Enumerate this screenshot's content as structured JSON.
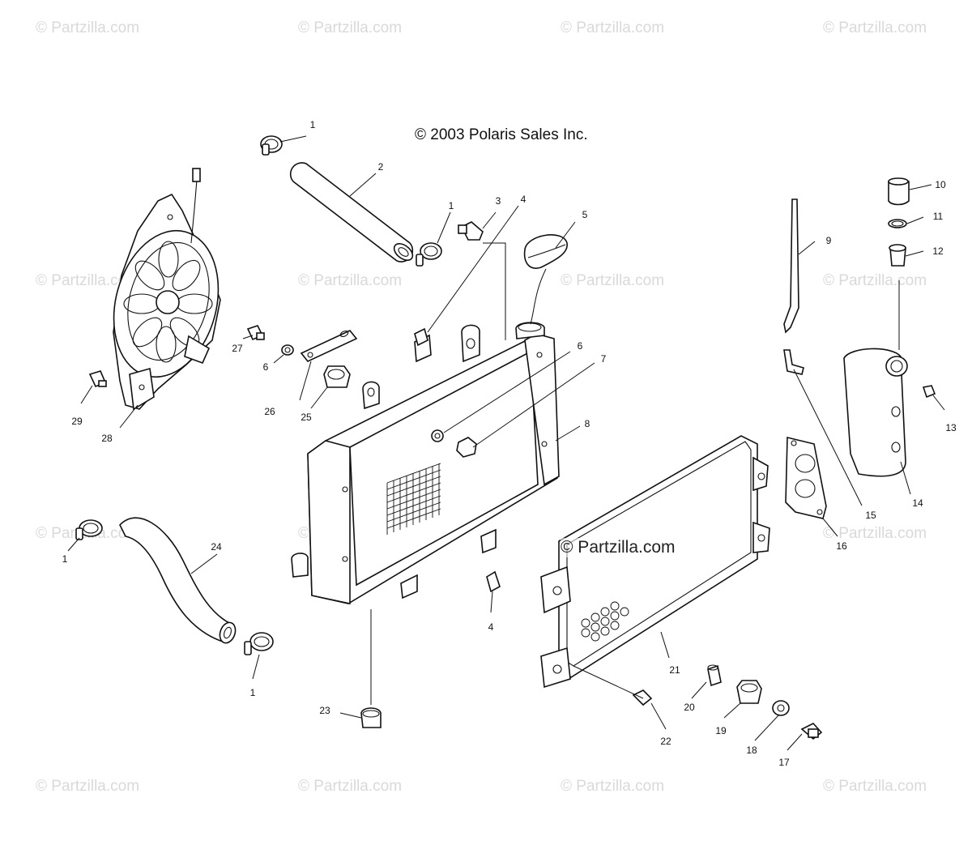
{
  "copyright": "© 2003 Polaris Sales Inc.",
  "watermark": "© Partzilla.com",
  "center_watermark": "© Partzilla.com",
  "callouts": [
    {
      "id": "c1a",
      "label": "1"
    },
    {
      "id": "c2",
      "label": "2"
    },
    {
      "id": "c1b",
      "label": "1"
    },
    {
      "id": "c3",
      "label": "3"
    },
    {
      "id": "c4a",
      "label": "4"
    },
    {
      "id": "c5",
      "label": "5"
    },
    {
      "id": "c6a",
      "label": "6"
    },
    {
      "id": "c7",
      "label": "7"
    },
    {
      "id": "c8",
      "label": "8"
    },
    {
      "id": "c9",
      "label": "9"
    },
    {
      "id": "c10",
      "label": "10"
    },
    {
      "id": "c11",
      "label": "11"
    },
    {
      "id": "c12",
      "label": "12"
    },
    {
      "id": "c13",
      "label": "13"
    },
    {
      "id": "c14",
      "label": "14"
    },
    {
      "id": "c15",
      "label": "15"
    },
    {
      "id": "c16",
      "label": "16"
    },
    {
      "id": "c17",
      "label": "17"
    },
    {
      "id": "c18",
      "label": "18"
    },
    {
      "id": "c19",
      "label": "19"
    },
    {
      "id": "c20",
      "label": "20"
    },
    {
      "id": "c21",
      "label": "21"
    },
    {
      "id": "c22",
      "label": "22"
    },
    {
      "id": "c23",
      "label": "23"
    },
    {
      "id": "c24",
      "label": "24"
    },
    {
      "id": "c25",
      "label": "25"
    },
    {
      "id": "c26",
      "label": "26"
    },
    {
      "id": "c6b",
      "label": "6"
    },
    {
      "id": "c27",
      "label": "27"
    },
    {
      "id": "c28",
      "label": "28"
    },
    {
      "id": "c29",
      "label": "29"
    },
    {
      "id": "c1c",
      "label": "1"
    },
    {
      "id": "c1d",
      "label": "1"
    },
    {
      "id": "c4b",
      "label": "4"
    }
  ]
}
